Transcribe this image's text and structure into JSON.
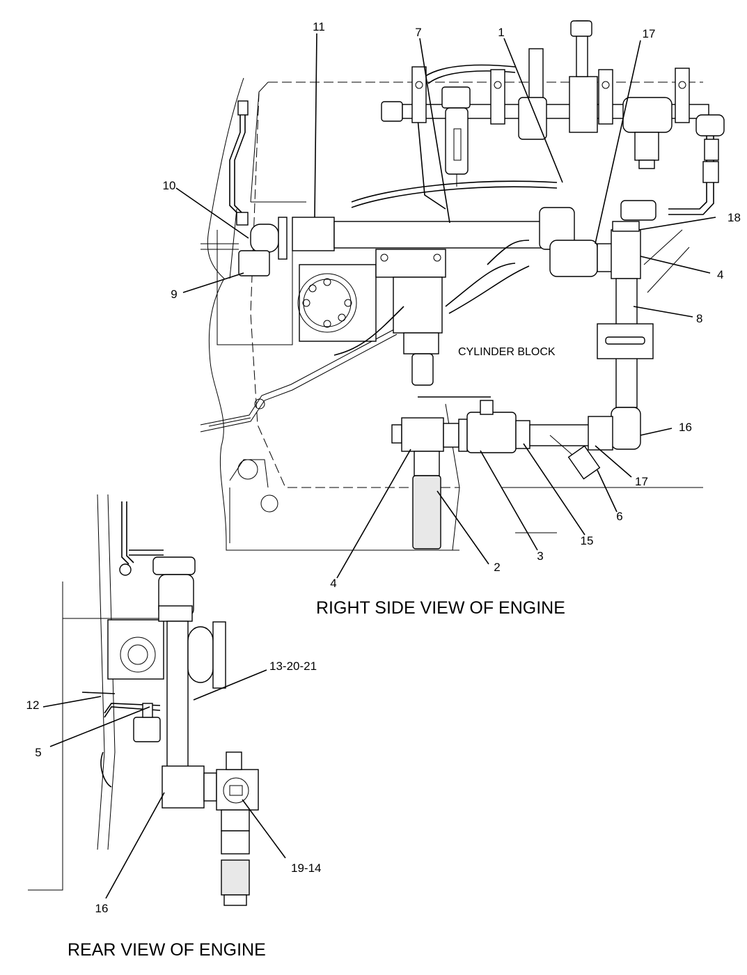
{
  "titles": {
    "right_view": "RIGHT SIDE VIEW OF ENGINE",
    "rear_view": "REAR VIEW OF ENGINE",
    "cylinder_block": "CYLINDER BLOCK"
  },
  "callouts": {
    "c11": "11",
    "c7": "7",
    "c1": "1",
    "c17_top": "17",
    "c18": "18",
    "c10": "10",
    "c9": "9",
    "c4_right": "4",
    "c8": "8",
    "c16_right": "16",
    "c17_low": "17",
    "c6": "6",
    "c15": "15",
    "c3": "3",
    "c2": "2",
    "c4_low": "4",
    "c13_20_21": "13-20-21",
    "c12": "12",
    "c5": "5",
    "c19_14": "19-14",
    "c16_rear": "16"
  }
}
